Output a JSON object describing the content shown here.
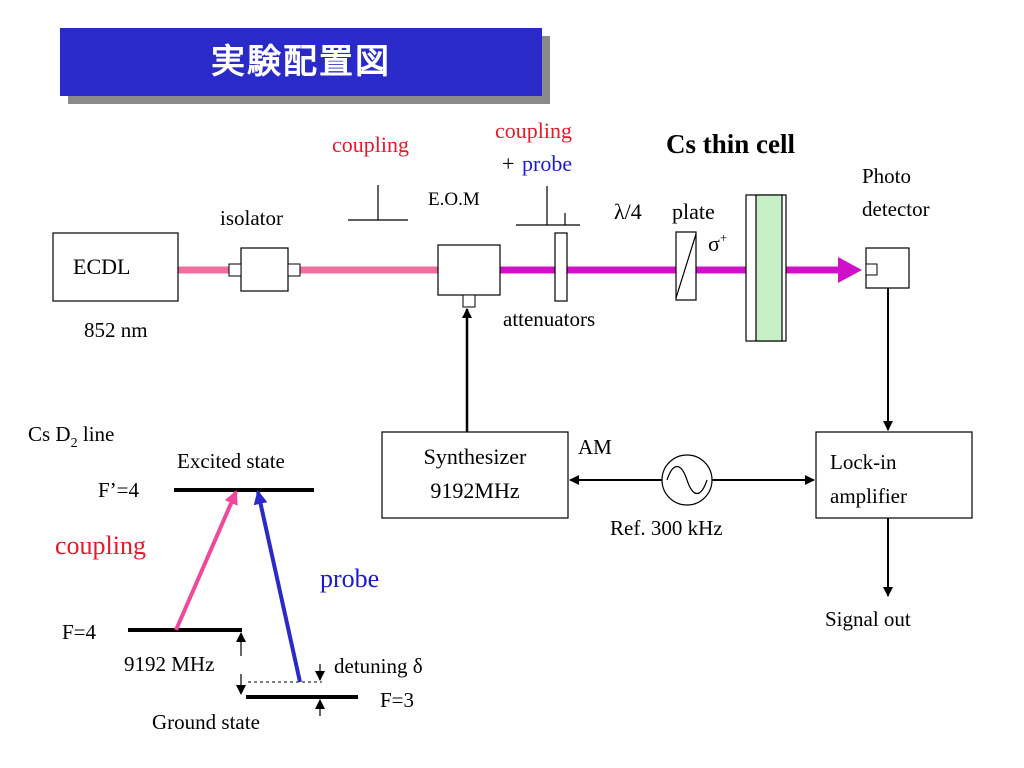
{
  "title": "実験配置図",
  "colors": {
    "title_bg": "#2a2ac8",
    "coupling": "#e8182a",
    "probe": "#1a1ad0",
    "beam_pink": "#f06ea0",
    "beam_magenta": "#d010c8",
    "cell_glass": "#c8f0c8"
  },
  "setup": {
    "ecdl": "ECDL",
    "wavelength": "852 nm",
    "isolator": "isolator",
    "coupling_label": "coupling",
    "eom": "E.O.M",
    "coupling_probe_line1": "coupling",
    "coupling_probe_plus": "+",
    "coupling_probe_line2": "probe",
    "attenuators": "attenuators",
    "lambda": "λ/4",
    "plate": "plate",
    "sigma": "σ",
    "sigma_sup": "+",
    "cell_title": "Cs thin cell",
    "photo": "Photo",
    "detector": "detector",
    "synth_line1": "Synthesizer",
    "synth_line2": "9192MHz",
    "am": "AM",
    "ref": "Ref. 300 kHz",
    "lockin_line1": "Lock-in",
    "lockin_line2": "amplifier",
    "signal_out": "Signal out"
  },
  "levels": {
    "d2_prefix": "Cs D",
    "d2_sub": "2",
    "d2_suffix": " line",
    "excited_state": "Excited state",
    "f_prime": "F’=4",
    "coupling": "coupling",
    "probe": "probe",
    "f4": "F=4",
    "splitting": "9192 MHz",
    "detuning": "detuning δ",
    "f3": "F=3",
    "ground_state": "Ground state"
  }
}
